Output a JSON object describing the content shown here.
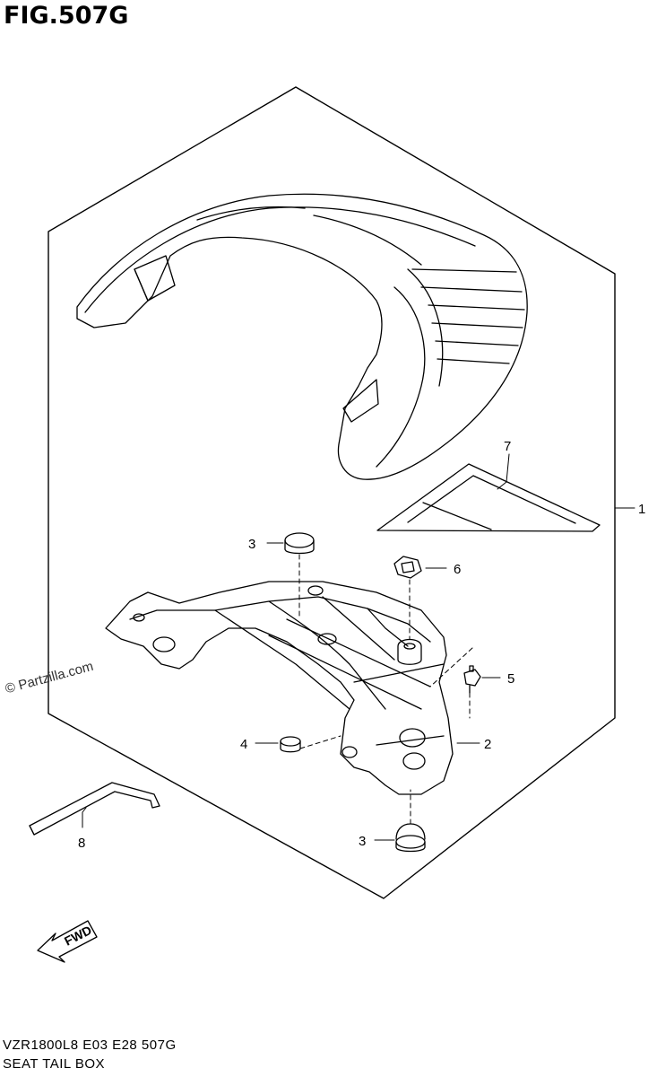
{
  "figure": {
    "title": "FIG.507G",
    "code": "VZR1800L8  E03  E28  507G",
    "name": "SEAT TAIL BOX",
    "watermark": "© Partzilla.com",
    "fwd_label": "FWD"
  },
  "callouts": [
    {
      "id": "1",
      "label": "1"
    },
    {
      "id": "2",
      "label": "2"
    },
    {
      "id": "3a",
      "label": "3"
    },
    {
      "id": "3b",
      "label": "3"
    },
    {
      "id": "4",
      "label": "4"
    },
    {
      "id": "5",
      "label": "5"
    },
    {
      "id": "6",
      "label": "6"
    },
    {
      "id": "7",
      "label": "7"
    },
    {
      "id": "8",
      "label": "8"
    }
  ]
}
